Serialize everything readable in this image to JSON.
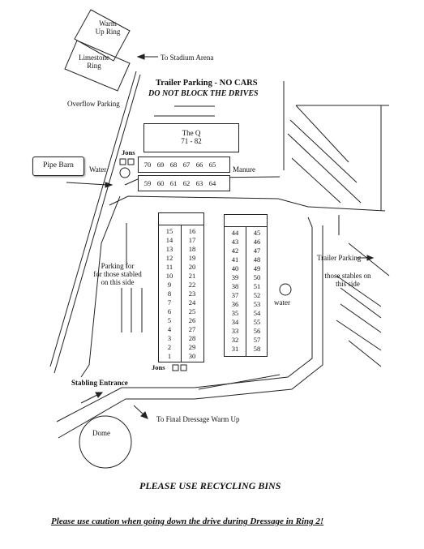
{
  "rings": {
    "warm_up": "Warm\nUp Ring",
    "limestone": "Limestone\nRing"
  },
  "labels": {
    "to_stadium": "To Stadium Arena",
    "trailer_title": "Trailer Parking - NO CARS",
    "trailer_subtitle": "DO NOT BLOCK THE DRIVES",
    "overflow": "Overflow Parking",
    "pipe_barn": "Pipe Barn",
    "water_left": "Water",
    "jons_top": "Jons",
    "manure": "Manure",
    "the_q": "The Q",
    "the_q_range": "71 - 82",
    "parking_left": "Parking for\nfor those stabled\non this side",
    "trailer_parking_right": "Trailer Parking",
    "stables_right": "those stables on\nthis side",
    "water_right": "water",
    "jons_bottom": "Jons",
    "stabling_entrance": "Stabling Entrance",
    "dome": "Dome",
    "final_dressage": "To Final Dressage Warm Up",
    "recycling": "PLEASE USE RECYCLING BINS",
    "caution": "Please use caution when  going down the drive during Dressage in Ring 2!"
  },
  "stalls": {
    "row_top": [
      "70",
      "69",
      "68",
      "67",
      "66",
      "65"
    ],
    "row_bottom": [
      "59",
      "60",
      "61",
      "62",
      "63",
      "64"
    ],
    "left_col_a": [
      "15",
      "14",
      "13",
      "12",
      "11",
      "10",
      "9",
      "8",
      "7",
      "6",
      "5",
      "4",
      "3",
      "2",
      "1"
    ],
    "left_col_b": [
      "16",
      "17",
      "18",
      "19",
      "20",
      "21",
      "22",
      "23",
      "24",
      "25",
      "26",
      "27",
      "28",
      "29",
      "30"
    ],
    "right_col_a": [
      "44",
      "43",
      "42",
      "41",
      "40",
      "39",
      "38",
      "37",
      "36",
      "35",
      "34",
      "33",
      "32",
      "31"
    ],
    "right_col_b": [
      "45",
      "46",
      "47",
      "48",
      "49",
      "50",
      "51",
      "52",
      "53",
      "54",
      "55",
      "56",
      "57",
      "58"
    ]
  }
}
